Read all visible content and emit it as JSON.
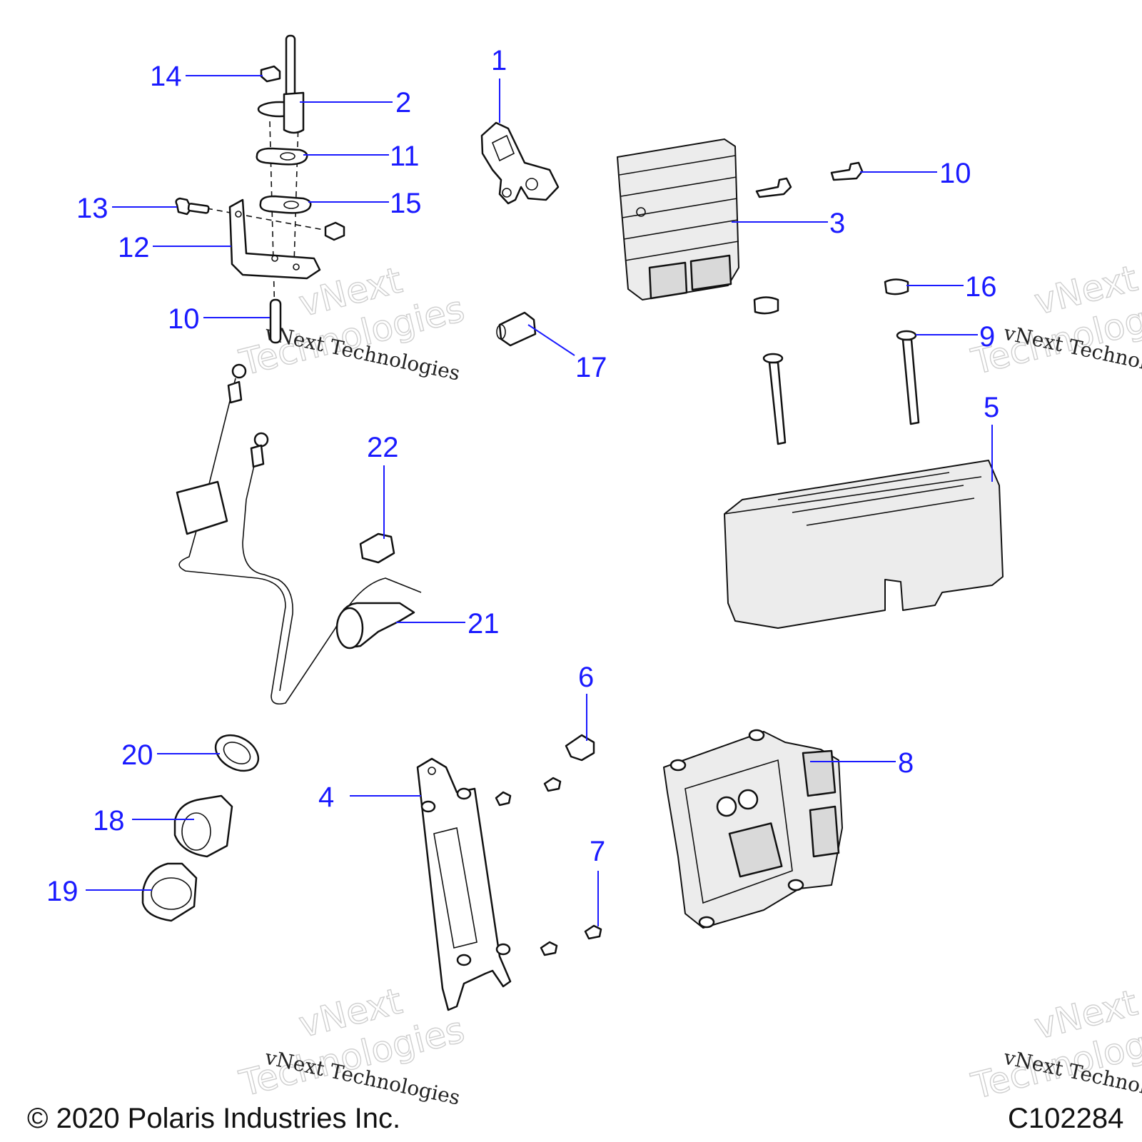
{
  "callouts": [
    {
      "id": "1",
      "label": "1"
    },
    {
      "id": "2",
      "label": "2"
    },
    {
      "id": "3",
      "label": "3"
    },
    {
      "id": "4",
      "label": "4"
    },
    {
      "id": "5",
      "label": "5"
    },
    {
      "id": "6",
      "label": "6"
    },
    {
      "id": "7",
      "label": "7"
    },
    {
      "id": "8",
      "label": "8"
    },
    {
      "id": "9",
      "label": "9"
    },
    {
      "id": "10a",
      "label": "10"
    },
    {
      "id": "10b",
      "label": "10"
    },
    {
      "id": "11",
      "label": "11"
    },
    {
      "id": "12",
      "label": "12"
    },
    {
      "id": "13",
      "label": "13"
    },
    {
      "id": "14",
      "label": "14"
    },
    {
      "id": "15",
      "label": "15"
    },
    {
      "id": "16",
      "label": "16"
    },
    {
      "id": "17",
      "label": "17"
    },
    {
      "id": "18",
      "label": "18"
    },
    {
      "id": "19",
      "label": "19"
    },
    {
      "id": "20",
      "label": "20"
    },
    {
      "id": "21",
      "label": "21"
    },
    {
      "id": "22",
      "label": "22"
    }
  ],
  "watermark": {
    "brand": "vNext",
    "word": "Technologies",
    "full": "vNext Technologies"
  },
  "footer": {
    "copyright": "© 2020 Polaris Industries Inc.",
    "drawing_number": "C102284"
  }
}
